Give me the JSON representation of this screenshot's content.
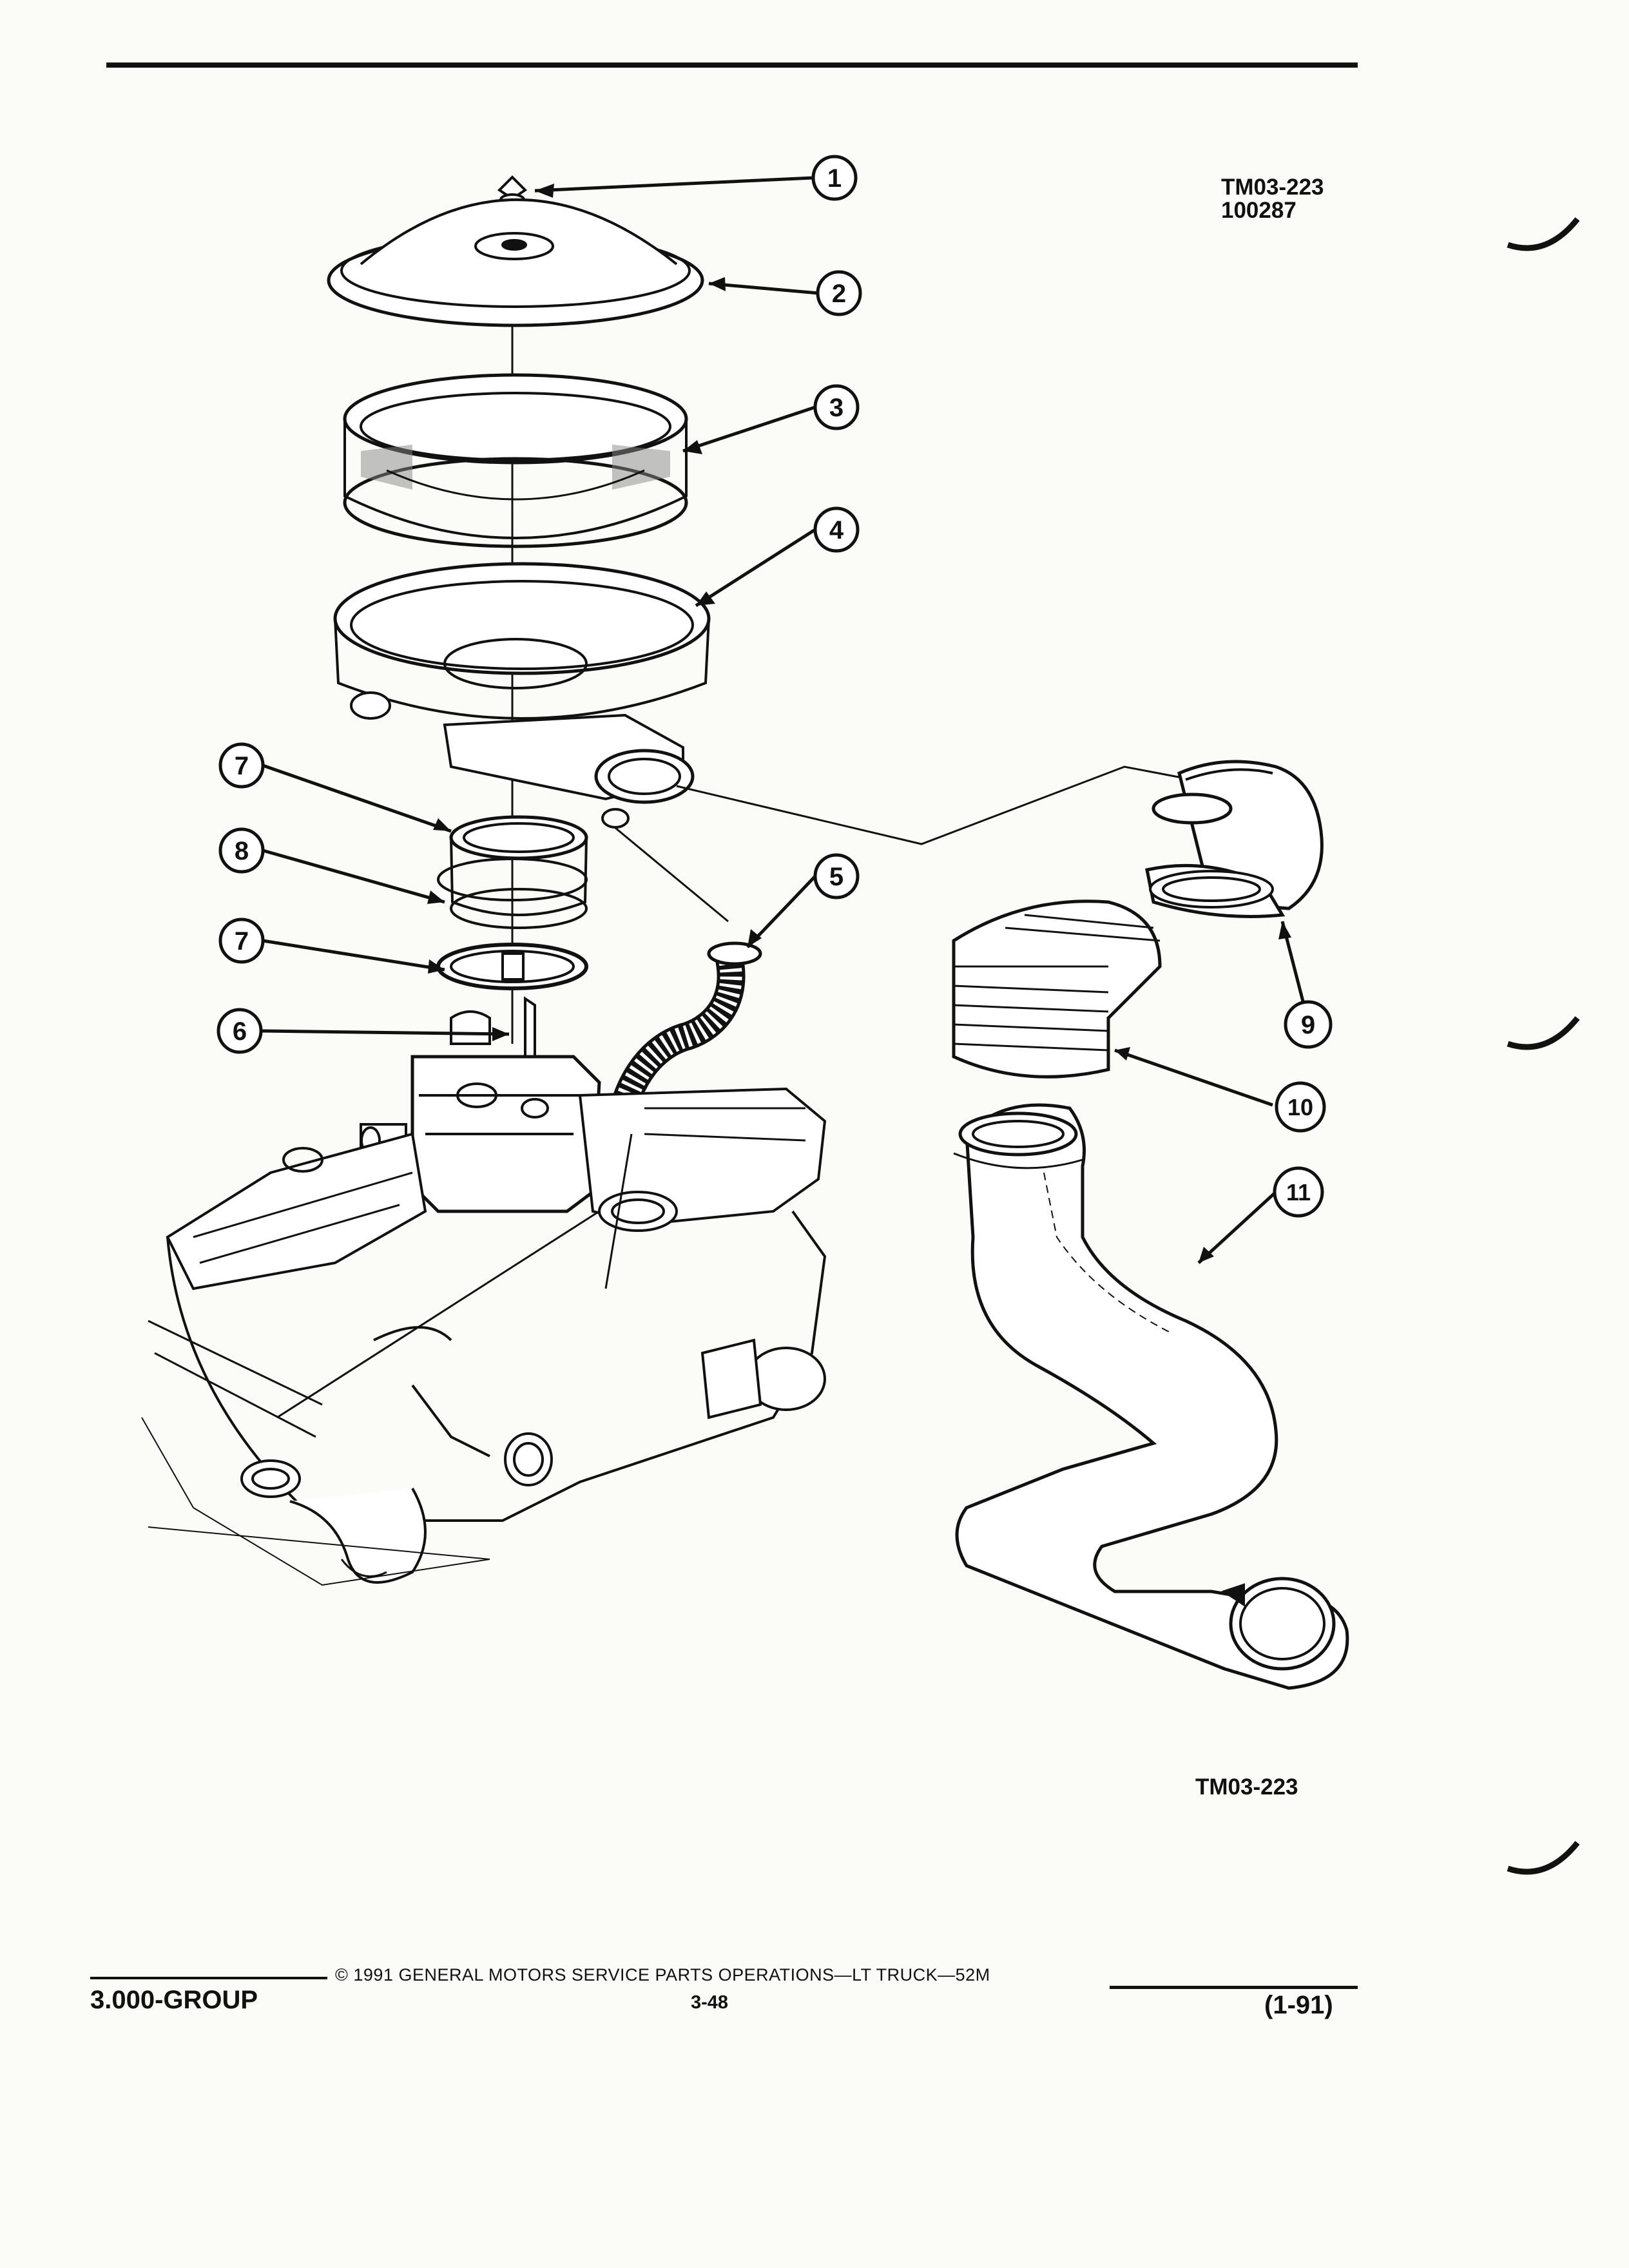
{
  "figure": {
    "code_top": "TM03-223",
    "code_date": "100287",
    "code_bottom": "TM03-223",
    "callouts": [
      "1",
      "2",
      "3",
      "4",
      "5",
      "6",
      "7",
      "7",
      "8",
      "9",
      "10",
      "11"
    ]
  },
  "footer": {
    "copyright": "© 1991 GENERAL MOTORS SERVICE PARTS OPERATIONS—LT TRUCK—52M",
    "page_number": "3-48",
    "group": "3.000-GROUP",
    "revision_date": "(1-91)"
  }
}
